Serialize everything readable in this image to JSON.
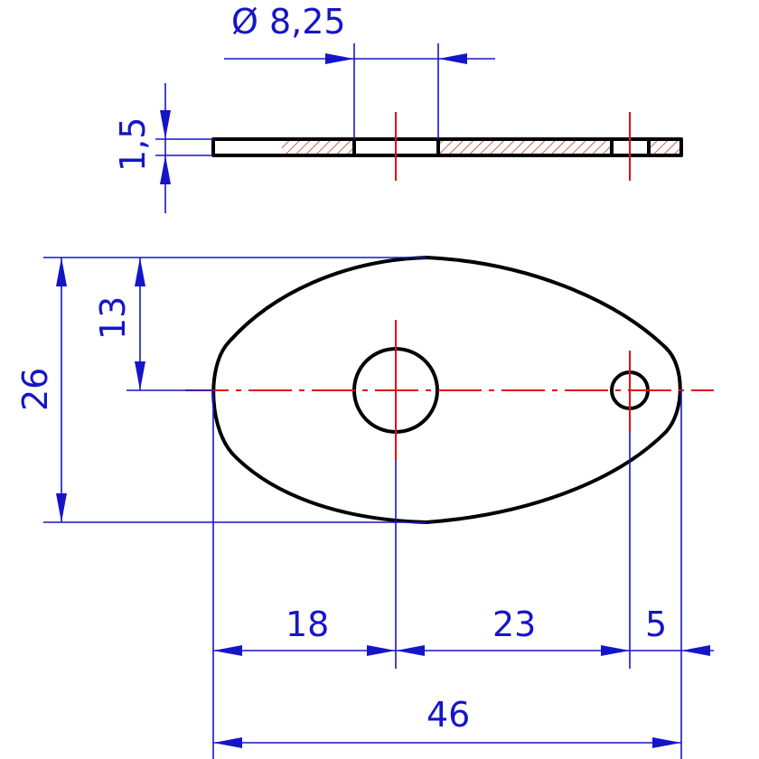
{
  "dimensions": {
    "hole_diameter": "Ø 8,25",
    "thickness": "1,5",
    "height_total": "26",
    "height_half": "13",
    "left_to_center": "18",
    "center_to_small_hole": "23",
    "small_hole_to_edge": "5",
    "total_width": "46"
  },
  "colors": {
    "dimension": "#1515c8",
    "outline": "#000000",
    "centerline": "#e01010",
    "hatch": "#b02010"
  }
}
